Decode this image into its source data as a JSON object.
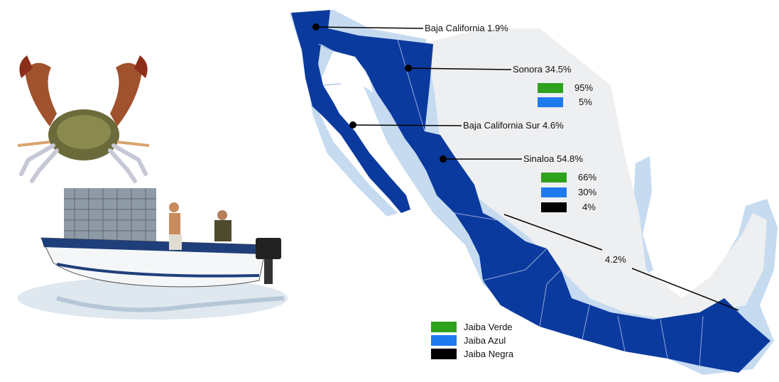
{
  "colors": {
    "pacific_states": "#0b3a9e",
    "land_light": "#eeeff1",
    "shore_light": "#c6dbf0",
    "verde": "#2ea11d",
    "azul": "#1f7af0",
    "negra": "#000000"
  },
  "icons": {
    "crab": "crab-illustration",
    "boat": "fishing-boat-illustration"
  },
  "map_labels": {
    "baja_california": "Baja California 1.9%",
    "sonora": "Sonora 34.5%",
    "baja_california_sur": "Baja California Sur 4.6%",
    "sinaloa": "Sinaloa 54.8%",
    "pacific_south": "4.2%"
  },
  "sonora_split": [
    {
      "percent": "95%",
      "species": "verde"
    },
    {
      "percent": "5%",
      "species": "azul"
    }
  ],
  "sinaloa_split": [
    {
      "percent": "66%",
      "species": "verde"
    },
    {
      "percent": "30%",
      "species": "azul"
    },
    {
      "percent": "4%",
      "species": "negra"
    }
  ],
  "legend": [
    {
      "label": "Jaiba Verde",
      "species": "verde"
    },
    {
      "label": "Jaiba Azul",
      "species": "azul"
    },
    {
      "label": "Jaiba Negra",
      "species": "negra"
    }
  ]
}
